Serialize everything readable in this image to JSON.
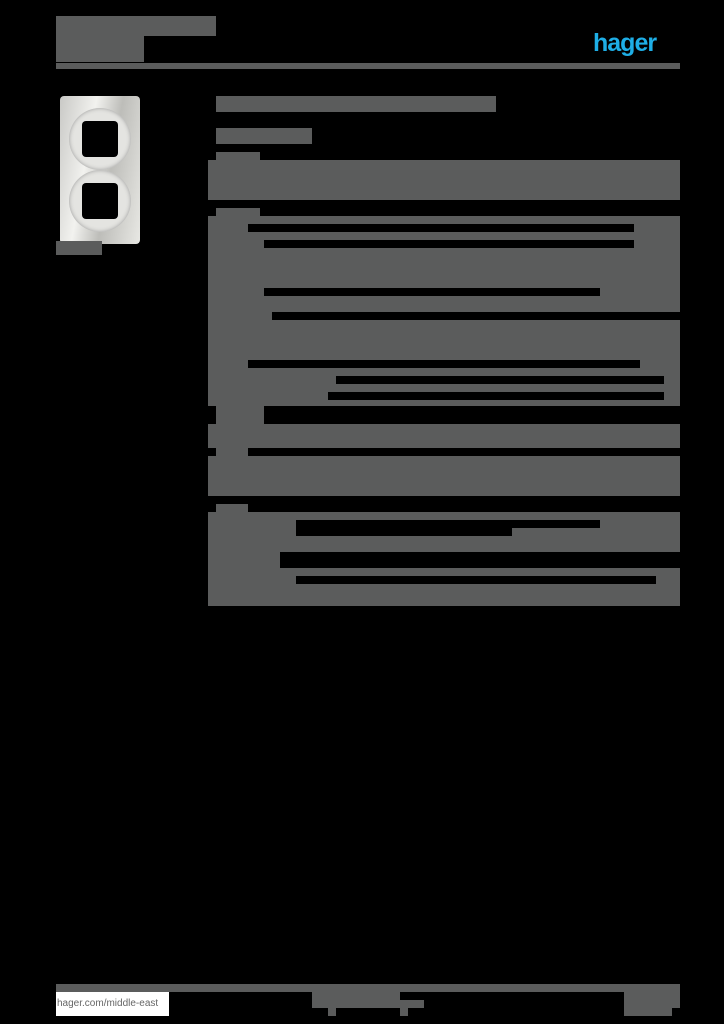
{
  "header": {
    "brand": "hager",
    "brand_color": "#1eaee6",
    "title_text": "",
    "subtitle_text": ""
  },
  "product": {
    "image_alt": "double frame plate, 2 gang",
    "caption": ""
  },
  "main": {
    "heading": "",
    "reference": "",
    "sections": [
      {
        "title": "",
        "rows": 2
      },
      {
        "title": "",
        "rows": 18
      },
      {
        "title": "",
        "rows": 3
      },
      {
        "title": "",
        "rows": 3
      },
      {
        "title": "",
        "rows": 6
      }
    ]
  },
  "footer": {
    "website": "hager.com/middle-east",
    "center_text": "",
    "page_text": ""
  },
  "colors": {
    "text_block": "#5b5c5c",
    "background": "#000000"
  }
}
